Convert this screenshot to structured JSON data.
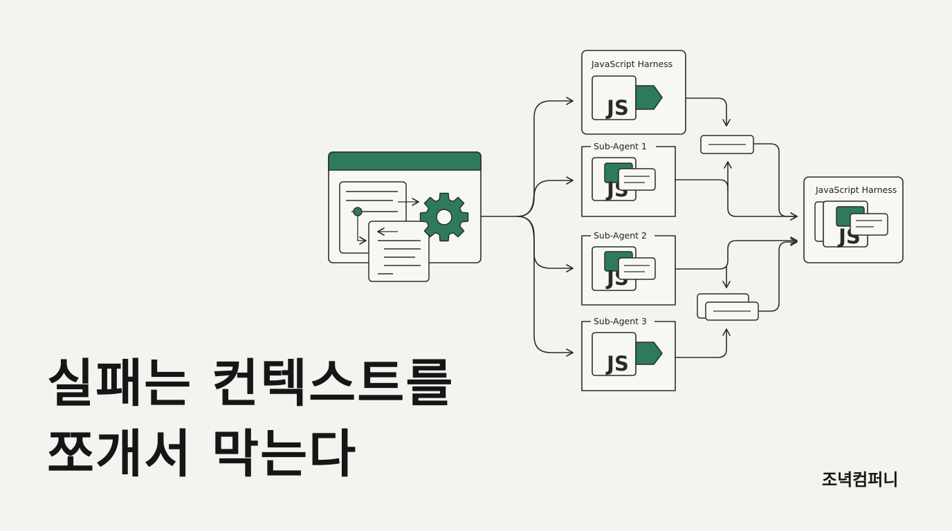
{
  "headline": {
    "line1": "실패는 컨텍스트를",
    "line2": "쪼개서 막는다"
  },
  "brand": "조녁컴퍼니",
  "diagram": {
    "js_logo": "JS",
    "cards": {
      "harness_top": "JavaScript Harness",
      "sub_agent_1": "Sub-Agent 1",
      "sub_agent_2": "Sub-Agent 2",
      "sub_agent_3": "Sub-Agent 3",
      "harness_right": "JavaScript Harness"
    }
  },
  "colors": {
    "accent": "#2e7a5b",
    "stroke": "#2a2a2a",
    "background": "#f3f3ef",
    "card": "#f7f7f3"
  },
  "icons": [
    "app-window-icon",
    "document-icon",
    "gear-icon",
    "js-logo-icon",
    "chat-bubble-icon",
    "arrow-icon"
  ]
}
